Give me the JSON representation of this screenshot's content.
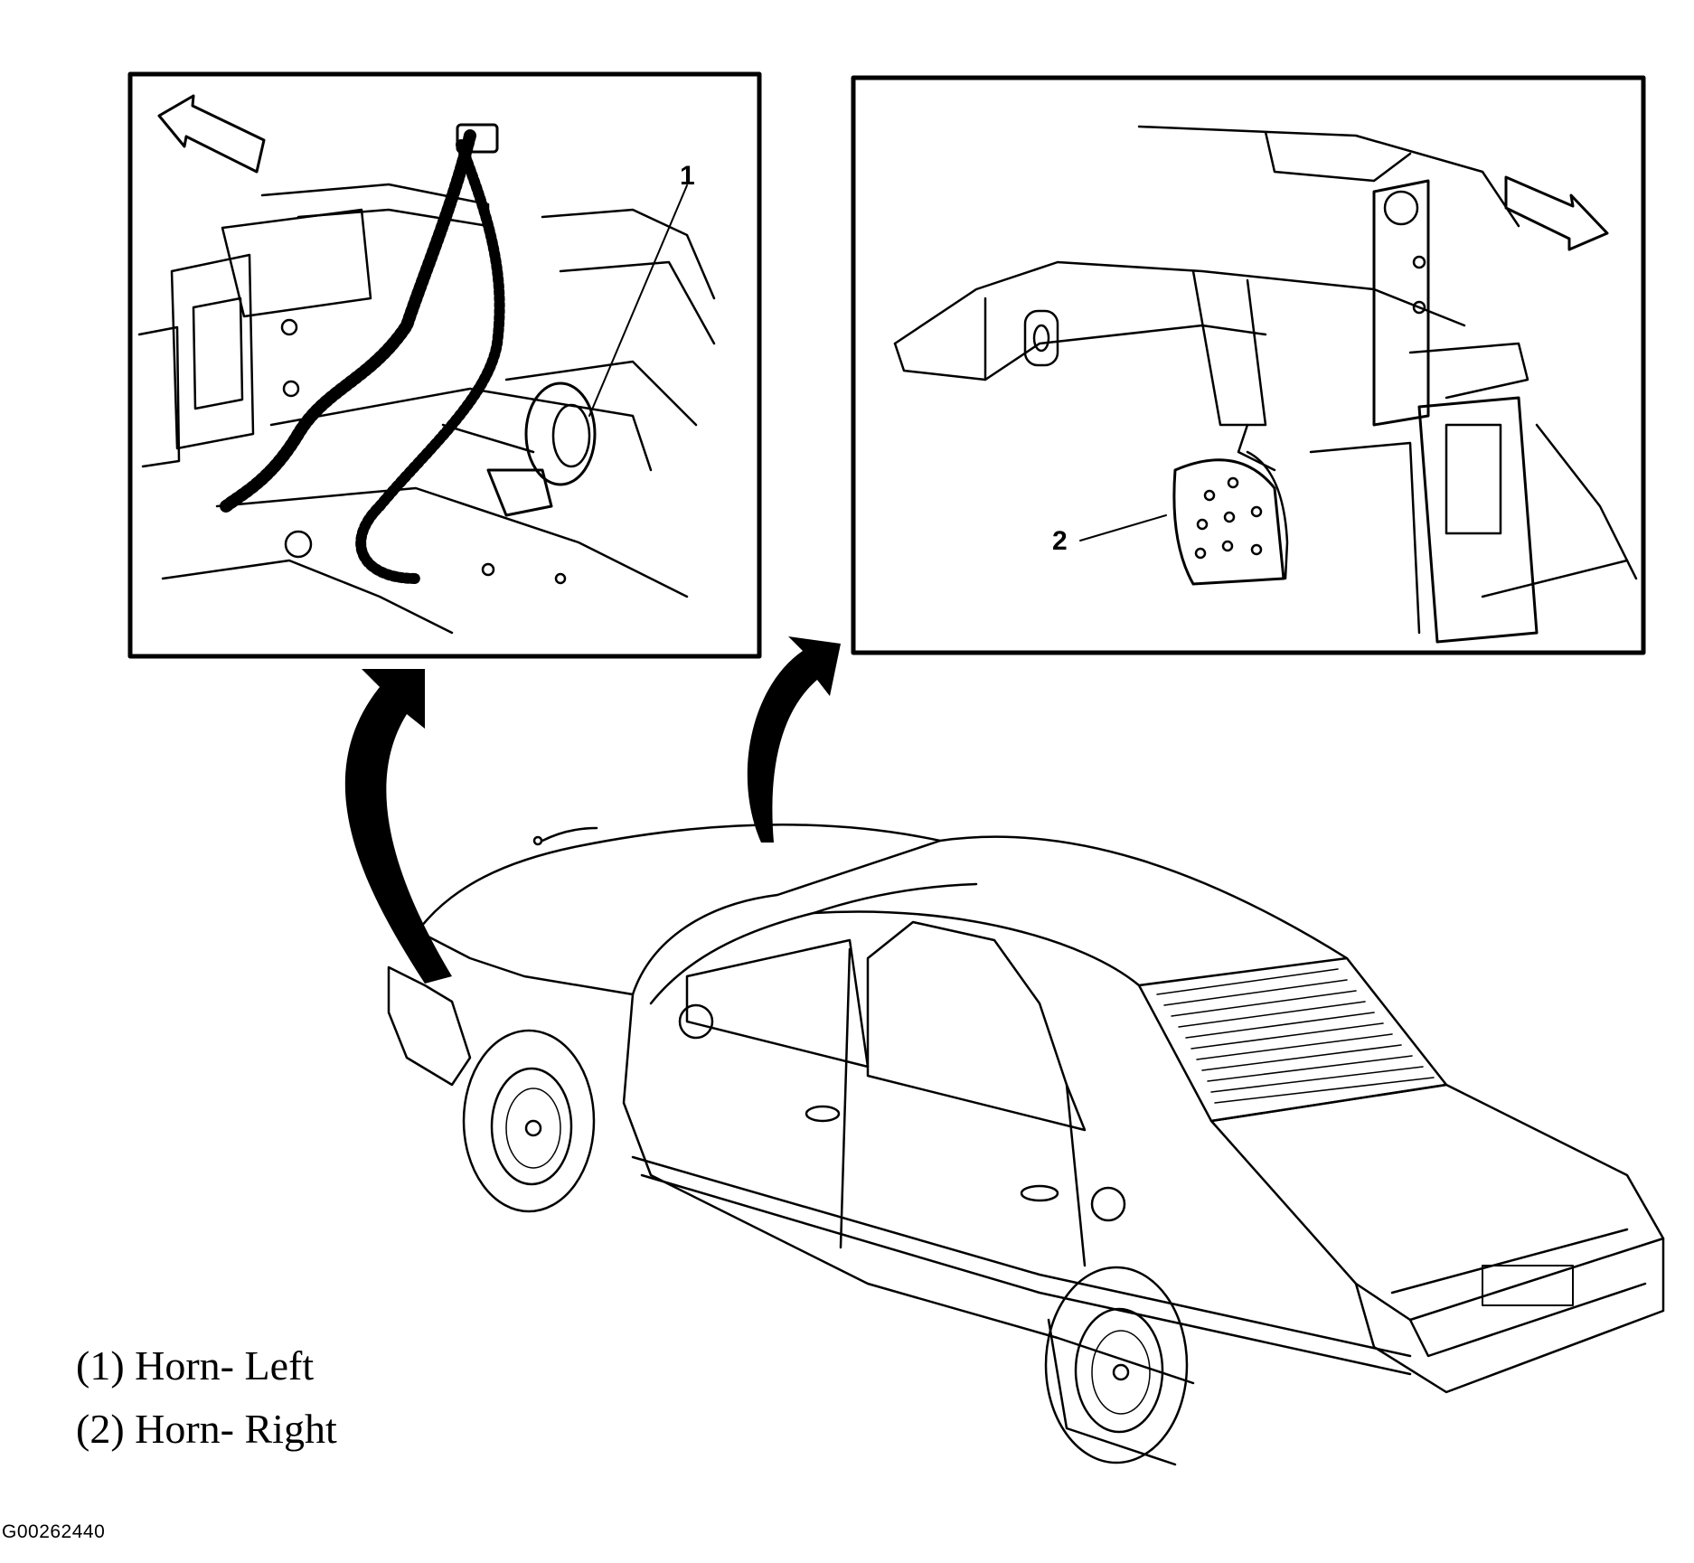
{
  "callouts": {
    "left_horn_number": "1",
    "right_horn_number": "2"
  },
  "legend": [
    {
      "number": "(1)",
      "label": "Horn- Left"
    },
    {
      "number": "(2)",
      "label": "Horn- Right"
    }
  ],
  "figure_id": "G00262440",
  "colors": {
    "ink": "#000000",
    "paper": "#ffffff"
  }
}
